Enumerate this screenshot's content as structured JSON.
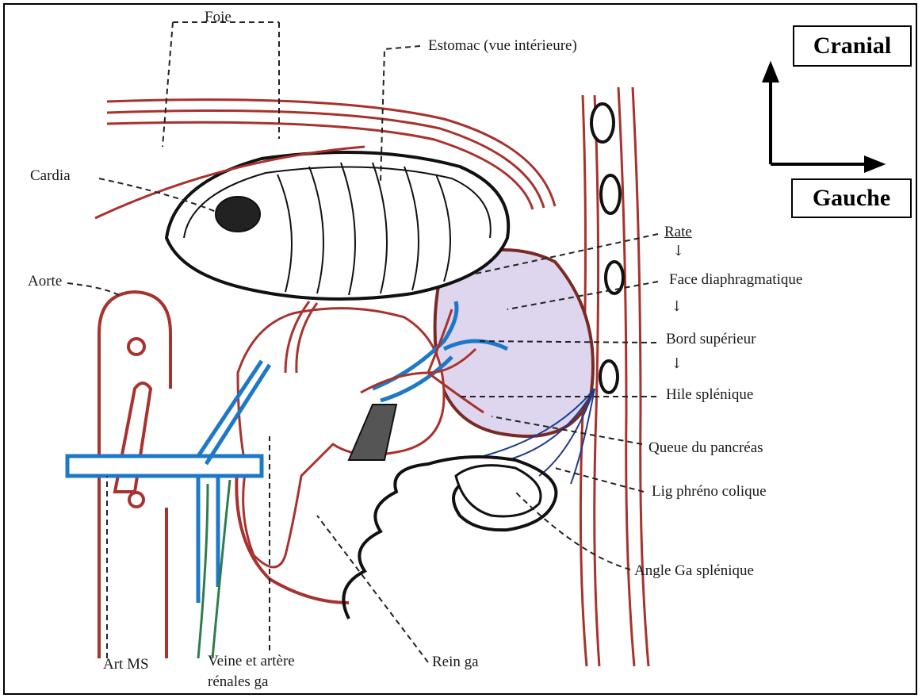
{
  "labels": {
    "foie": "Foie",
    "estomac": "Estomac (vue intérieure)",
    "cardia": "Cardia",
    "aorte": "Aorte",
    "rate": "Rate",
    "face": "Face diaphragmatique",
    "bord": "Bord supérieur",
    "hile": "Hile splénique",
    "queue": "Queue du pancréas",
    "lig": "Lig phréno colique",
    "angle": "Angle Ga splénique",
    "rein": "Rein ga",
    "artms": "Art MS",
    "veine_l1": "Veine et artère",
    "veine_l2": "rénales ga"
  },
  "orientation": {
    "cranial": "Cranial",
    "gauche": "Gauche"
  },
  "arrows": {
    "down": "↓"
  },
  "colors": {
    "artery": "#a8322d",
    "vein": "#1e78c8",
    "outline": "#111111",
    "spleen_fill": "#ddd6ee",
    "nerve_green": "#2e7d4f"
  }
}
